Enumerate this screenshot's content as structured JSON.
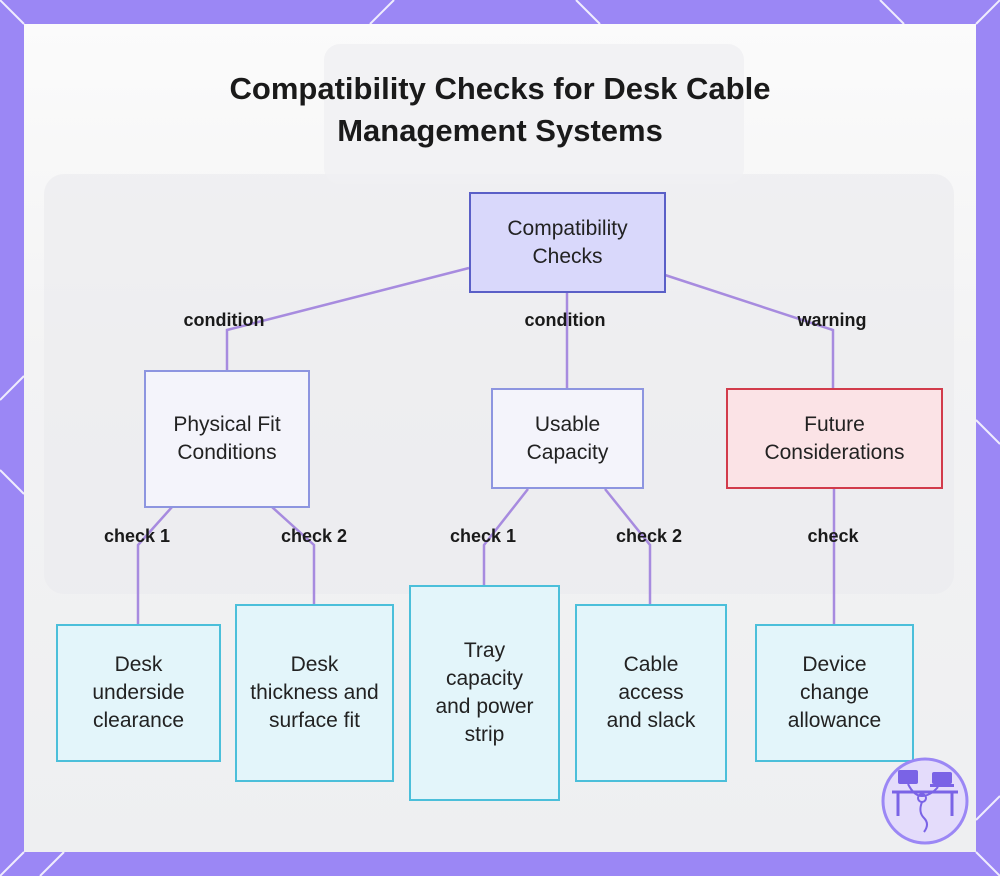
{
  "title": {
    "line1": "Compatibility Checks for Desk Cable",
    "line2": "Management Systems"
  },
  "nodes": {
    "root": "Compatibility Checks",
    "physical": "Physical Fit Conditions",
    "capacity": "Usable Capacity",
    "future": "Future Considerations",
    "clearance": "Desk underside clearance",
    "thickness": "Desk thickness and surface fit",
    "tray": "Tray capacity and power strip",
    "cable": "Cable access and slack",
    "device": "Device change allowance"
  },
  "edge_labels": {
    "root_physical": "condition",
    "root_capacity": "condition",
    "root_future": "warning",
    "physical_clearance": "check 1",
    "physical_thickness": "check 2",
    "capacity_tray": "check 1",
    "capacity_cable": "check 2",
    "future_device": "check"
  },
  "colors": {
    "background": "#9b87f5",
    "edge": "#a78bdf",
    "root_fill": "#d9d8fb",
    "warning_border": "#d23b4b",
    "leaf_border": "#4bbfda"
  },
  "icons": [
    "desk-workstation-logo-icon"
  ]
}
